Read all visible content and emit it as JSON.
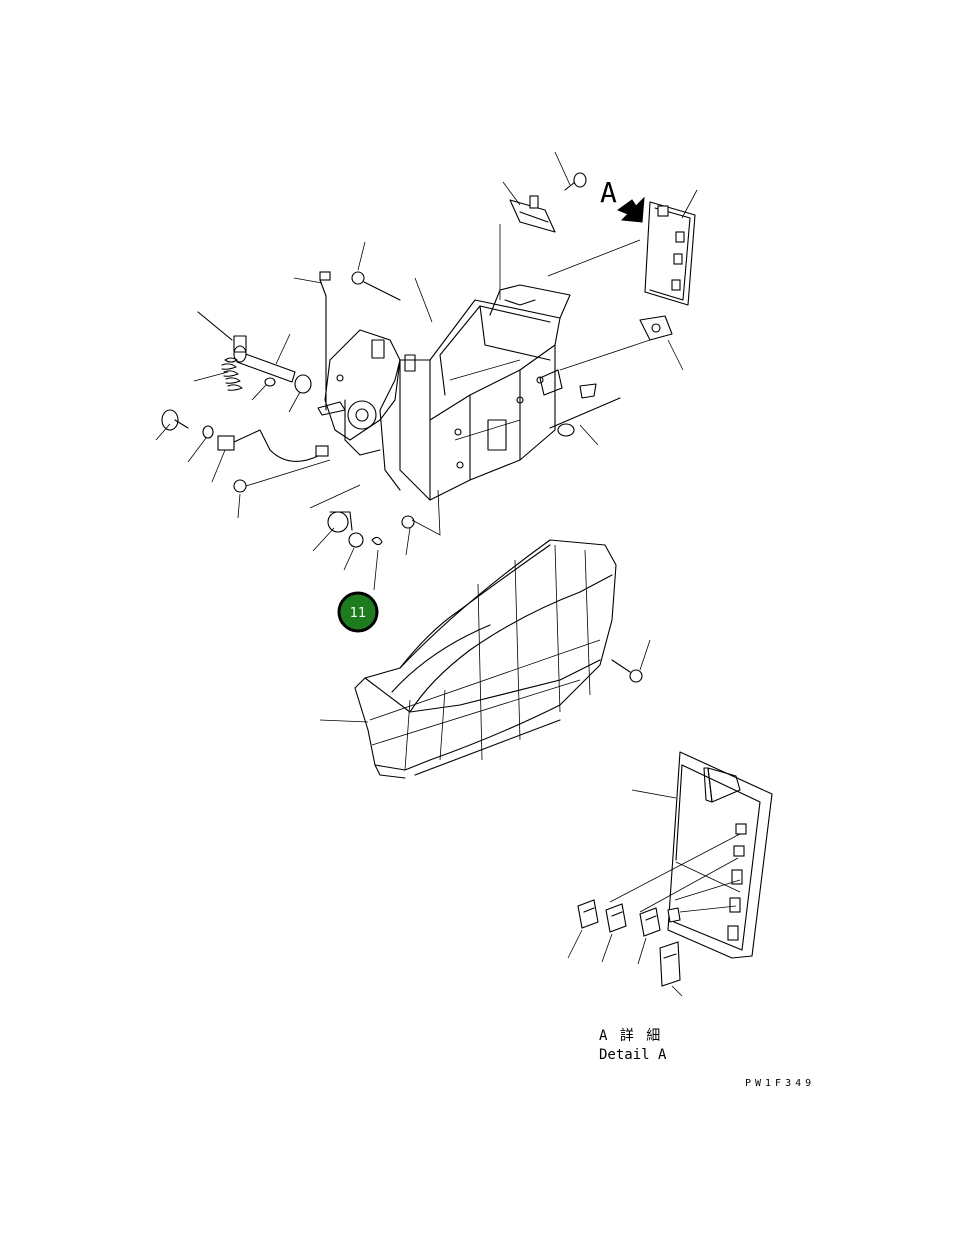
{
  "callout": {
    "number": "11",
    "color": "#1e7b1e"
  },
  "view_label": "A",
  "detail_label_jp": "A 詳 細",
  "detail_label_en": "Detail A",
  "drawing_code": "PW1F349",
  "icons": {
    "view_arrow": "view-direction-arrow-icon"
  }
}
